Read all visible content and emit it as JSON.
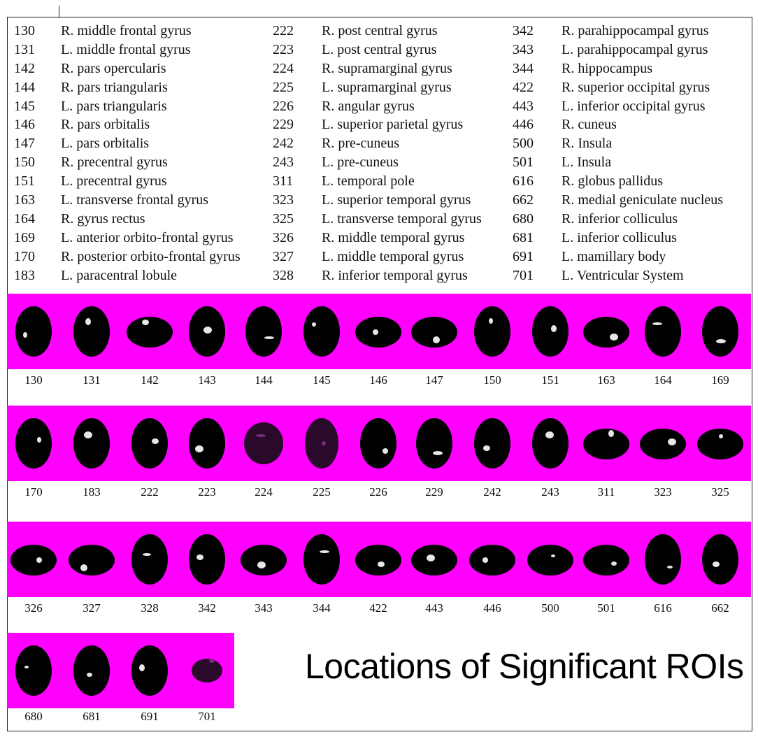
{
  "legend_columns": [
    [
      {
        "id": "130",
        "name": "R. middle frontal gyrus"
      },
      {
        "id": "131",
        "name": "L. middle frontal gyrus"
      },
      {
        "id": "142",
        "name": "R. pars opercularis"
      },
      {
        "id": "144",
        "name": "R. pars triangularis"
      },
      {
        "id": "145",
        "name": "L. pars triangularis"
      },
      {
        "id": "146",
        "name": "R. pars orbitalis"
      },
      {
        "id": "147",
        "name": "L. pars orbitalis"
      },
      {
        "id": "150",
        "name": "R. precentral gyrus"
      },
      {
        "id": "151",
        "name": "L. precentral gyrus"
      },
      {
        "id": "163",
        "name": "L. transverse frontal gyrus"
      },
      {
        "id": "164",
        "name": "R. gyrus rectus"
      },
      {
        "id": "169",
        "name": "L. anterior orbito-frontal gyrus"
      },
      {
        "id": "170",
        "name": "R. posterior orbito-frontal gyrus"
      },
      {
        "id": "183",
        "name": "L. paracentral lobule"
      }
    ],
    [
      {
        "id": "222",
        "name": "R. post central gyrus"
      },
      {
        "id": "223",
        "name": "L. post central gyrus"
      },
      {
        "id": "224",
        "name": "R. supramarginal gyrus"
      },
      {
        "id": "225",
        "name": "L. supramarginal gyrus"
      },
      {
        "id": "226",
        "name": "R. angular gyrus"
      },
      {
        "id": "229",
        "name": "L. superior parietal gyrus"
      },
      {
        "id": "242",
        "name": "R. pre-cuneus"
      },
      {
        "id": "243",
        "name": "L. pre-cuneus"
      },
      {
        "id": "311",
        "name": "L. temporal pole"
      },
      {
        "id": "323",
        "name": "L. superior temporal gyrus"
      },
      {
        "id": "325",
        "name": "L. transverse temporal gyrus"
      },
      {
        "id": "326",
        "name": "R. middle temporal gyrus"
      },
      {
        "id": "327",
        "name": "L. middle temporal gyrus"
      },
      {
        "id": "328",
        "name": "R. inferior temporal gyrus"
      }
    ],
    [
      {
        "id": "342",
        "name": "R. parahippocampal gyrus"
      },
      {
        "id": "343",
        "name": "L. parahippocampal gyrus"
      },
      {
        "id": "344",
        "name": "R. hippocampus"
      },
      {
        "id": "422",
        "name": "R. superior occipital gyrus"
      },
      {
        "id": "443",
        "name": "L. inferior occipital gyrus"
      },
      {
        "id": "446",
        "name": "R. cuneus"
      },
      {
        "id": "500",
        "name": "R. Insula"
      },
      {
        "id": "501",
        "name": "L. Insula"
      },
      {
        "id": "616",
        "name": "R. globus pallidus"
      },
      {
        "id": "662",
        "name": "R. medial geniculate nucleus"
      },
      {
        "id": "680",
        "name": "R. inferior colliculus"
      },
      {
        "id": "681",
        "name": "L. inferior colliculus"
      },
      {
        "id": "691",
        "name": "L. mamillary body"
      },
      {
        "id": "701",
        "name": "L. Ventricular System"
      }
    ]
  ],
  "roi_rows": [
    [
      "130",
      "131",
      "142",
      "143",
      "144",
      "145",
      "146",
      "147",
      "150",
      "151",
      "163",
      "164",
      "169"
    ],
    [
      "170",
      "183",
      "222",
      "223",
      "224",
      "225",
      "226",
      "229",
      "242",
      "243",
      "311",
      "323",
      "325"
    ],
    [
      "326",
      "327",
      "328",
      "342",
      "343",
      "344",
      "422",
      "443",
      "446",
      "500",
      "501",
      "616",
      "662"
    ],
    [
      "680",
      "681",
      "691",
      "701"
    ]
  ],
  "caption": "Locations of Significant ROIs",
  "colors": {
    "panel_background": "#ff00ff",
    "brain": "#000000",
    "highlight": "#e6e6e6",
    "frame": "#222222"
  }
}
